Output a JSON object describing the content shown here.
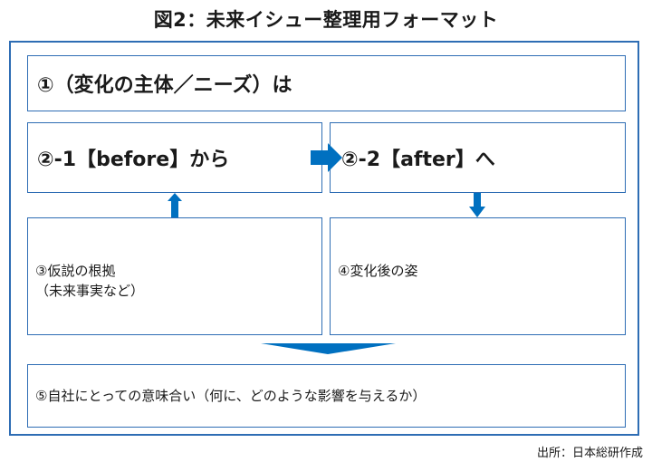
{
  "title": "図2：未来イシュー整理用フォーマット",
  "boxes": {
    "b1": "①（変化の主体／ニーズ）は",
    "b2": "②-1【before】から",
    "b3": "②-2【after】へ",
    "b4_line1": "③仮説の根拠",
    "b4_line2": "（未来事実など）",
    "b5": "④変化後の姿",
    "b6": "⑤自社にとっての意味合い（何に、どのような影響を与えるか）"
  },
  "source": "出所：日本総研作成",
  "colors": {
    "accent": "#0070c0",
    "border": "#2e6db4"
  }
}
